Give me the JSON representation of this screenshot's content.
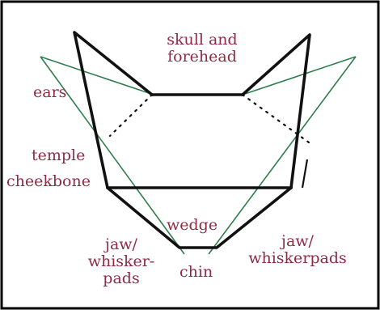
{
  "labels": {
    "skull": [
      "skull and",
      "forehead"
    ],
    "ears": "ears",
    "temple": "temple",
    "cheekbone": "cheekbone",
    "wedge": "wedge",
    "jaw_left": [
      "jaw/",
      "whisker-",
      "pads"
    ],
    "jaw_right": [
      "jaw/",
      "whiskerpads"
    ],
    "chin": "chin"
  },
  "colors": {
    "frame": "#000000",
    "outline": "#111111",
    "triangle": "#2e7d4f",
    "label": "#8e2c44"
  }
}
